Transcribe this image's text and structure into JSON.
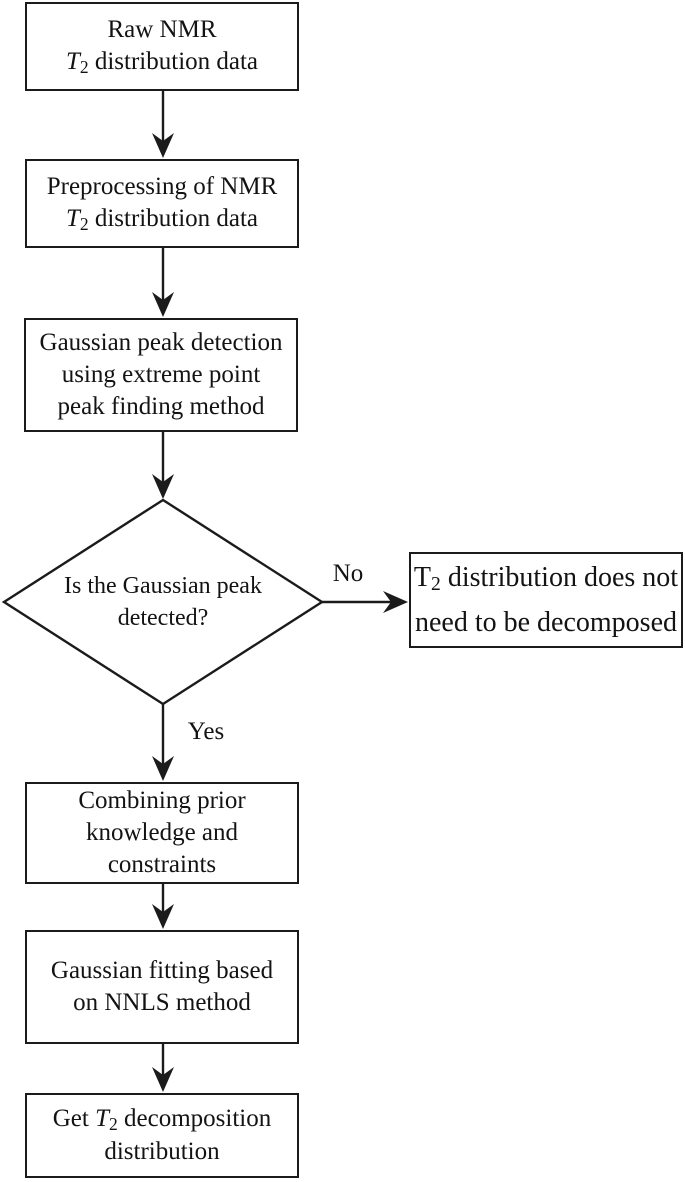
{
  "figure": {
    "background": "#ffffff",
    "ink": "#1b1b1b",
    "nodes": [
      {
        "id": "raw-data",
        "lines": [
          [
            {
              "t": "Raw NMR"
            }
          ],
          [
            {
              "t": "T",
              "i": true
            },
            {
              "t": "2",
              "s": true
            },
            {
              "t": " distribution data"
            }
          ]
        ]
      },
      {
        "id": "preprocessing",
        "lines": [
          [
            {
              "t": "Preprocessing of NMR"
            }
          ],
          [
            {
              "t": "T",
              "i": true
            },
            {
              "t": "2",
              "s": true
            },
            {
              "t": " distribution data"
            }
          ]
        ]
      },
      {
        "id": "peak-detection",
        "lines": [
          [
            {
              "t": "Gaussian peak detection"
            }
          ],
          [
            {
              "t": "using extreme point"
            }
          ],
          [
            {
              "t": "peak finding method"
            }
          ]
        ]
      },
      {
        "id": "decision",
        "lines": [
          [
            {
              "t": "Is the Gaussian peak"
            }
          ],
          [
            {
              "t": "detected?"
            }
          ]
        ]
      },
      {
        "id": "no-decompose",
        "lines": [
          [
            {
              "t": "T"
            },
            {
              "t": "2",
              "s": true
            },
            {
              "t": " distribution does not"
            }
          ],
          [
            {
              "t": "need to be decomposed"
            }
          ]
        ]
      },
      {
        "id": "prior-knowledge",
        "lines": [
          [
            {
              "t": "Combining prior"
            }
          ],
          [
            {
              "t": "knowledge and"
            }
          ],
          [
            {
              "t": "constraints"
            }
          ]
        ]
      },
      {
        "id": "nnls-fitting",
        "lines": [
          [
            {
              "t": "Gaussian fitting based"
            }
          ],
          [
            {
              "t": "on NNLS method"
            }
          ]
        ]
      },
      {
        "id": "decomposition-result",
        "lines": [
          [
            {
              "t": "Get "
            },
            {
              "t": "T",
              "i": true
            },
            {
              "t": "2",
              "s": true
            },
            {
              "t": " decomposition"
            }
          ],
          [
            {
              "t": "distribution"
            }
          ]
        ]
      }
    ],
    "edge_labels": {
      "no": "No",
      "yes": "Yes"
    }
  }
}
